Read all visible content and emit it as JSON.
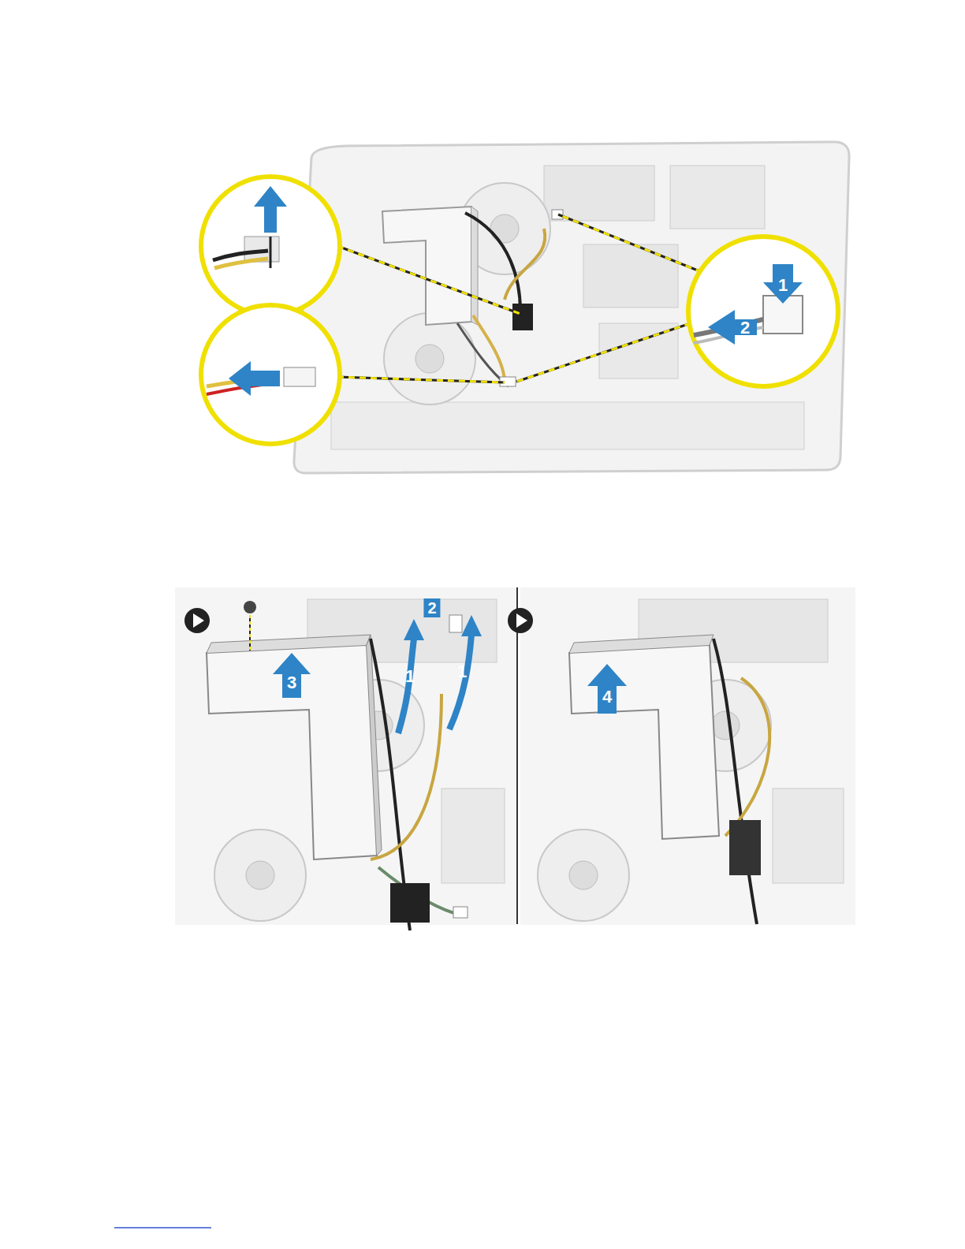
{
  "diagram": {
    "labels": [
      "1",
      "2",
      "2",
      "3",
      "1",
      "1",
      "4"
    ]
  }
}
